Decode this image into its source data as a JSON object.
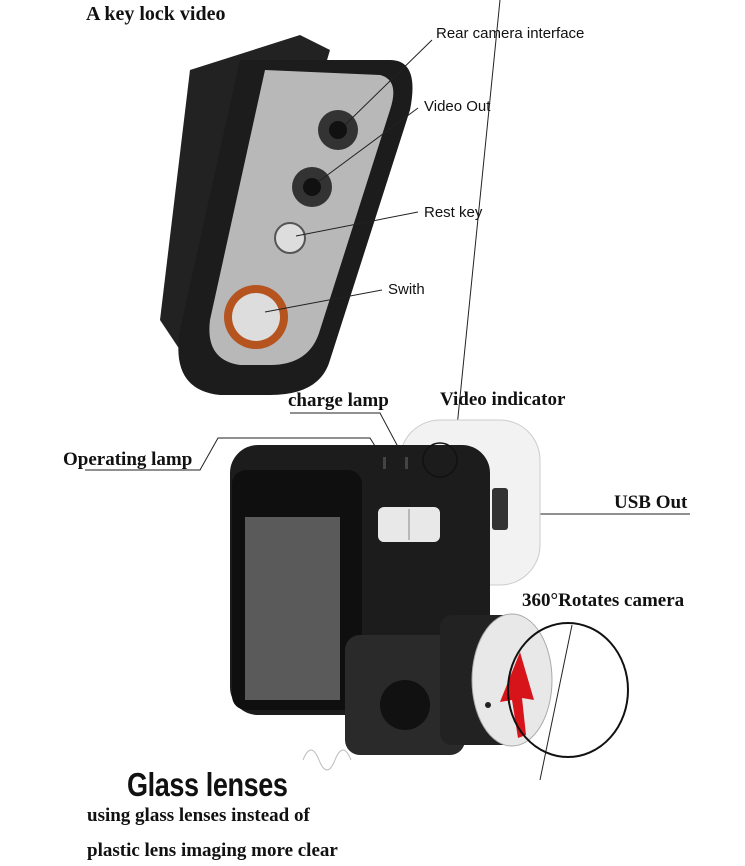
{
  "top_section": {
    "title": "A key lock video",
    "labels": {
      "rear_camera": "Rear camera interface",
      "video_out": "Video Out",
      "rest_key": "Rest key",
      "switch": "Swith"
    }
  },
  "bottom_section": {
    "labels": {
      "charge_lamp": "charge lamp",
      "video_indicator": "Video indicator",
      "operating_lamp": "Operating lamp",
      "usb_out": "USB Out",
      "rotates_camera": "360°Rotates camera"
    },
    "glass_title": "Glass lenses",
    "glass_desc_line1": "using glass lenses instead of",
    "glass_desc_line2": "plastic lens imaging more clear"
  },
  "colors": {
    "device_body": "#1c1c1c",
    "metal_panel": "#b8b8b8",
    "switch_ring": "#b5541f",
    "arrow": "#d8141b"
  }
}
